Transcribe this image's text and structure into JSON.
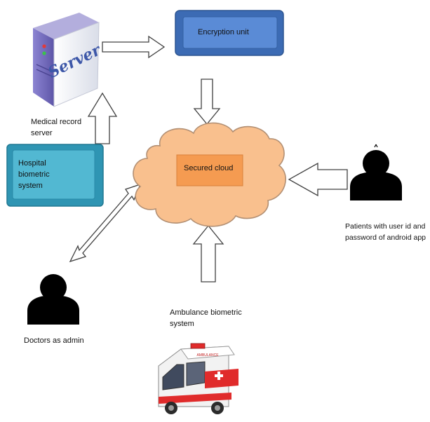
{
  "nodes": {
    "server": {
      "icon_text": "Server",
      "label_line1": "Medical record",
      "label_line2": "server"
    },
    "encryption": {
      "label": "Encryption unit"
    },
    "hospital": {
      "label_line1": "Hospital",
      "label_line2": "biometric",
      "label_line3": "system"
    },
    "cloud": {
      "label": "Secured cloud"
    },
    "patients": {
      "label_line1": "Patients with user id and",
      "label_line2": "password of android app"
    },
    "doctors": {
      "label": "Doctors as admin"
    },
    "ambulance": {
      "label_line1": "Ambulance biometric",
      "label_line2": "system",
      "vehicle_text": "AMBULANCE"
    }
  },
  "colors": {
    "encryption_fill": "#4f7fc9",
    "encryption_inner": "#5a8bd6",
    "hospital_fill": "#3fa8c4",
    "hospital_inner": "#52b8d2",
    "cloud_fill": "#f9c08e",
    "cloud_label_fill": "#f59b51",
    "server_body": "#7c72c4",
    "person": "#000000",
    "arrow_fill": "#ffffff",
    "arrow_stroke": "#404040",
    "ambulance_red": "#e02b2b"
  },
  "icons": [
    "server-icon",
    "person-icon",
    "ambulance-icon"
  ]
}
